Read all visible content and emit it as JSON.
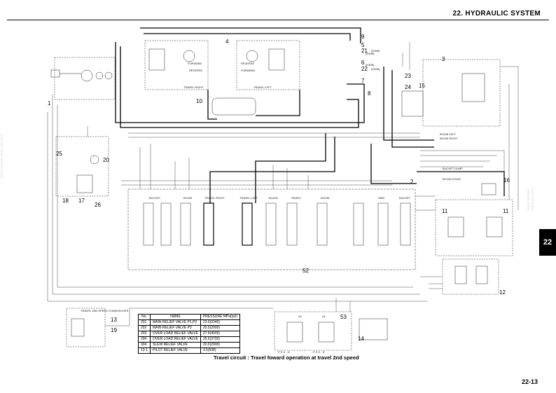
{
  "header": {
    "title": "22.  HYDRAULIC SYSTEM",
    "section_tab": "22",
    "page_number": "22-13"
  },
  "caption": "Travel circuit : Travel foward operation at travel 2nd speed",
  "callouts": [
    "1",
    "2",
    "3",
    "4",
    "5",
    "6",
    "7",
    "8",
    "9",
    "10",
    "11",
    "11",
    "12",
    "13",
    "14",
    "15",
    "16",
    "17",
    "18",
    "19",
    "20",
    "21",
    "22",
    "23",
    "24",
    "25",
    "26",
    "52",
    "53"
  ],
  "component_labels": {
    "e30b_1": "(E30B)",
    "e35b_1": "(E35B)",
    "e30b_2": "(E30B)",
    "e35b_2": "(E35B)",
    "reverse_left": "REVERSE",
    "forward_left": "FORWARD",
    "reverse_right": "REVERSE",
    "forward_right": "FORWARD",
    "travel_right": "TRAVEL RIGHT",
    "travel_left": "TRAVEL LEFT",
    "bucket": "BUCKET",
    "boom": "BOOM",
    "travel_right_spool": "TRAVEL RIGHT",
    "travel_left_spool": "TRAVEL LEFT",
    "blade": "BLADE",
    "swing": "SWING",
    "boom_up": "BOOM",
    "arm": "ARM",
    "bucket_2": "BUCKET",
    "boom_left": "BOOM LEFT",
    "boom_right": "BOOM RIGHT",
    "bucket_dump": "BUCKET DUMP",
    "boom_down": "BOOM DOWN",
    "travel_speed_switch": "TRAVEL 2ND SPEED CHANGEOVER",
    "psv_d": "P S V - D",
    "psv_e": "P S V - E",
    "a2": "A2",
    "a1": "A1"
  },
  "relief_table": {
    "headers": [
      "No.",
      "NAME",
      "PRESSURE MPa(psi)"
    ],
    "rows": [
      [
        "201",
        "MAIN RELIEF VALVE P1,P2",
        "23.0(3340)"
      ],
      [
        "202",
        "MAIN RELIEF VALVE P3",
        "20.0(2900)"
      ],
      [
        "203",
        "OVER LOAD RELIEF VALVE",
        "27.9(4000)"
      ],
      [
        "204",
        "OVER LOAD RELIEF VALVE",
        "25.5(3700)"
      ],
      [
        "304",
        "SLEW RELIEF VALVE",
        "20.0(2900)"
      ],
      [
        "13-1",
        "PILOT RELIEF VALVE",
        "3.5(508)"
      ]
    ]
  },
  "watermarks": [
    "www.ebook-manual.com",
    "www.ebook-manual.com"
  ],
  "colors": {
    "circuit_highlight": "#000000",
    "circuit_line": "#1a1a1a",
    "background": "#ffffff"
  }
}
